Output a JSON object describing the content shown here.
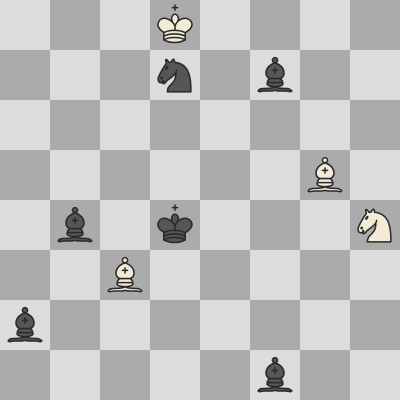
{
  "colors": {
    "light_square": "#dcdcdc",
    "dark_square": "#ababab",
    "white_fill": "#f3ead8",
    "black_fill": "#575555",
    "outline": "#2a2a2a"
  },
  "files": [
    "a",
    "b",
    "c",
    "d",
    "e",
    "f",
    "g",
    "h"
  ],
  "ranks": [
    "8",
    "7",
    "6",
    "5",
    "4",
    "3",
    "2",
    "1"
  ],
  "pieces": [
    {
      "square": "d8",
      "color": "white",
      "type": "king"
    },
    {
      "square": "d7",
      "color": "black",
      "type": "knight"
    },
    {
      "square": "f7",
      "color": "black",
      "type": "bishop"
    },
    {
      "square": "g5",
      "color": "white",
      "type": "bishop"
    },
    {
      "square": "b4",
      "color": "black",
      "type": "bishop"
    },
    {
      "square": "d4",
      "color": "black",
      "type": "king"
    },
    {
      "square": "h4",
      "color": "white",
      "type": "knight"
    },
    {
      "square": "c3",
      "color": "white",
      "type": "bishop"
    },
    {
      "square": "a2",
      "color": "black",
      "type": "bishop"
    },
    {
      "square": "f1",
      "color": "black",
      "type": "bishop"
    }
  ]
}
